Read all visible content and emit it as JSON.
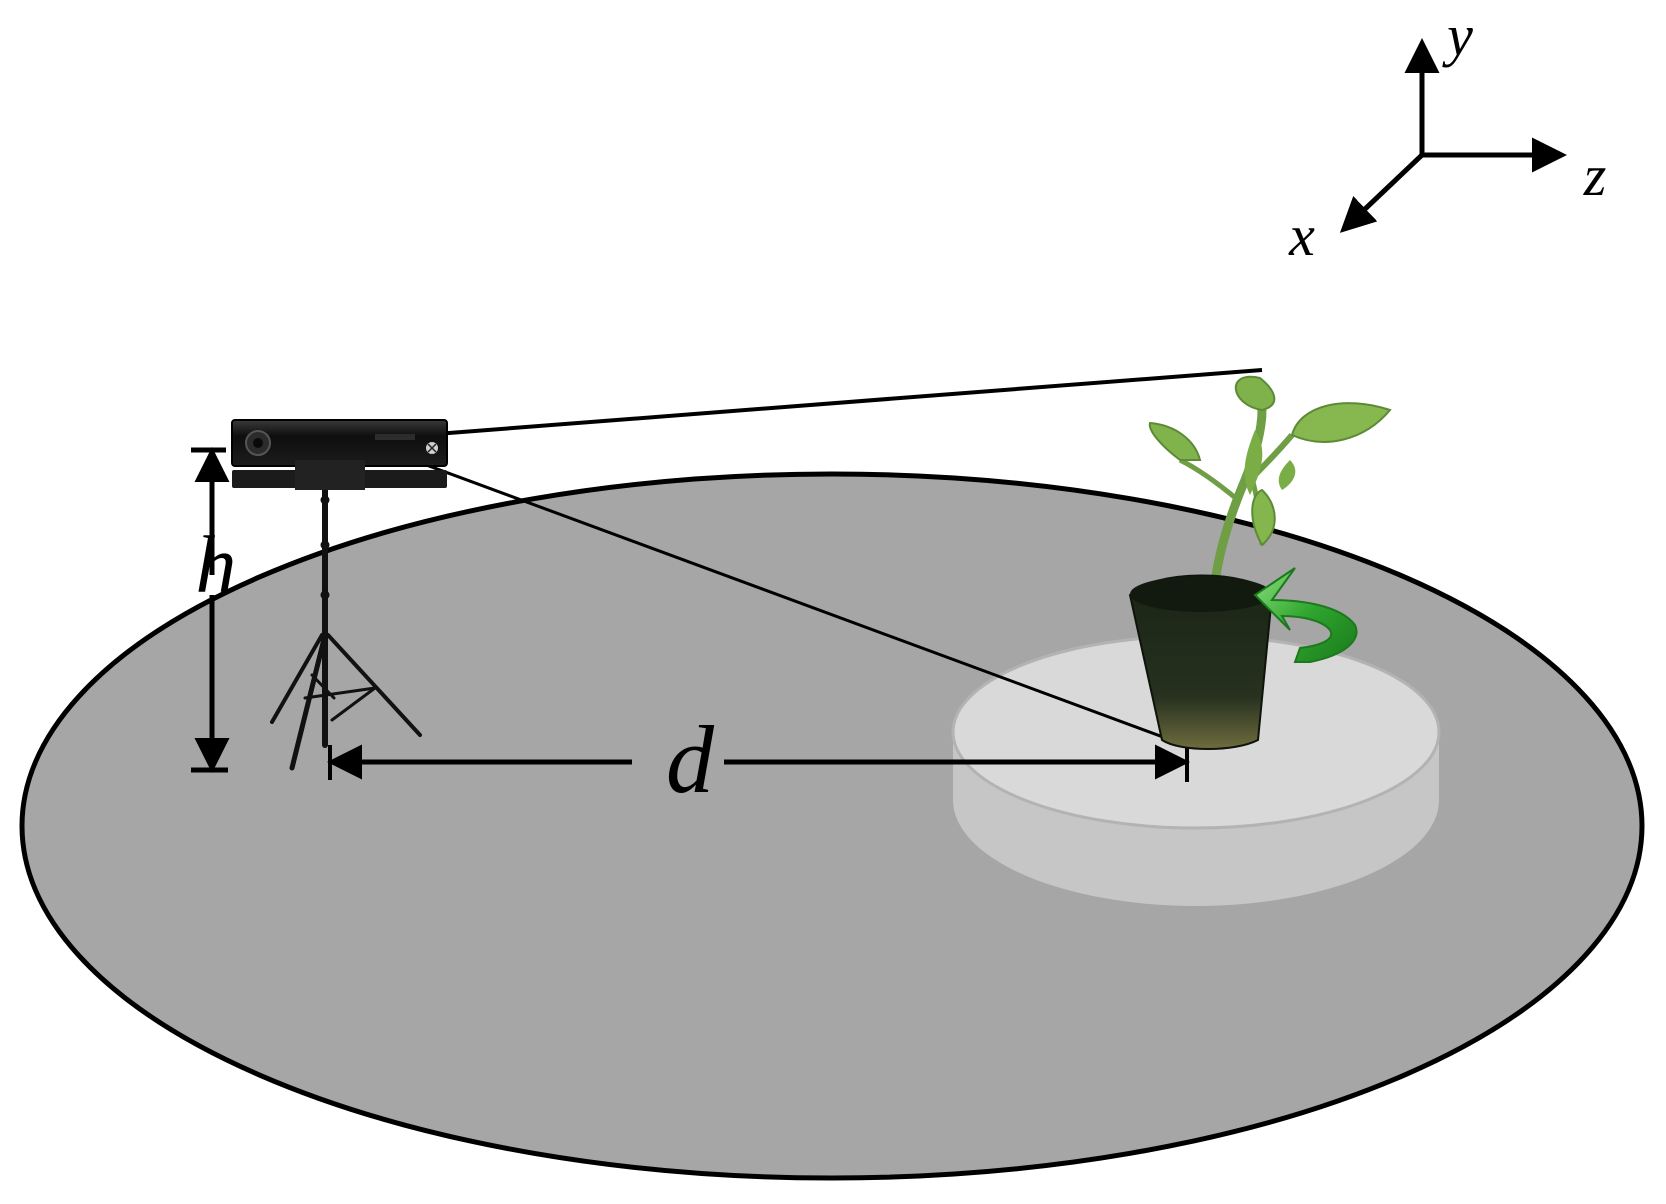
{
  "axes": {
    "y_label": "y",
    "z_label": "z",
    "x_label": "x"
  },
  "dimensions": {
    "height_label": "h",
    "distance_label": "d"
  },
  "colors": {
    "floor": "#a6a6a6",
    "floor_outline": "#000000",
    "turntable_top": "#d9d9d9",
    "turntable_side": "#c8c8c8",
    "turntable_rim": "#b0b0b0",
    "leaf": "#7fb24a",
    "leaf_dark": "#4f7f2c",
    "pot": "#1f2a1a",
    "soil_base": "#6b6a3a",
    "rotation_arrow": "#2aa02a",
    "camera_body": "#141414",
    "line": "#000000"
  },
  "icons": {
    "sensor": "depth-camera-icon",
    "tripod": "tripod-icon",
    "plant": "potted-plant-icon",
    "rotation": "rotation-arrow-icon"
  }
}
